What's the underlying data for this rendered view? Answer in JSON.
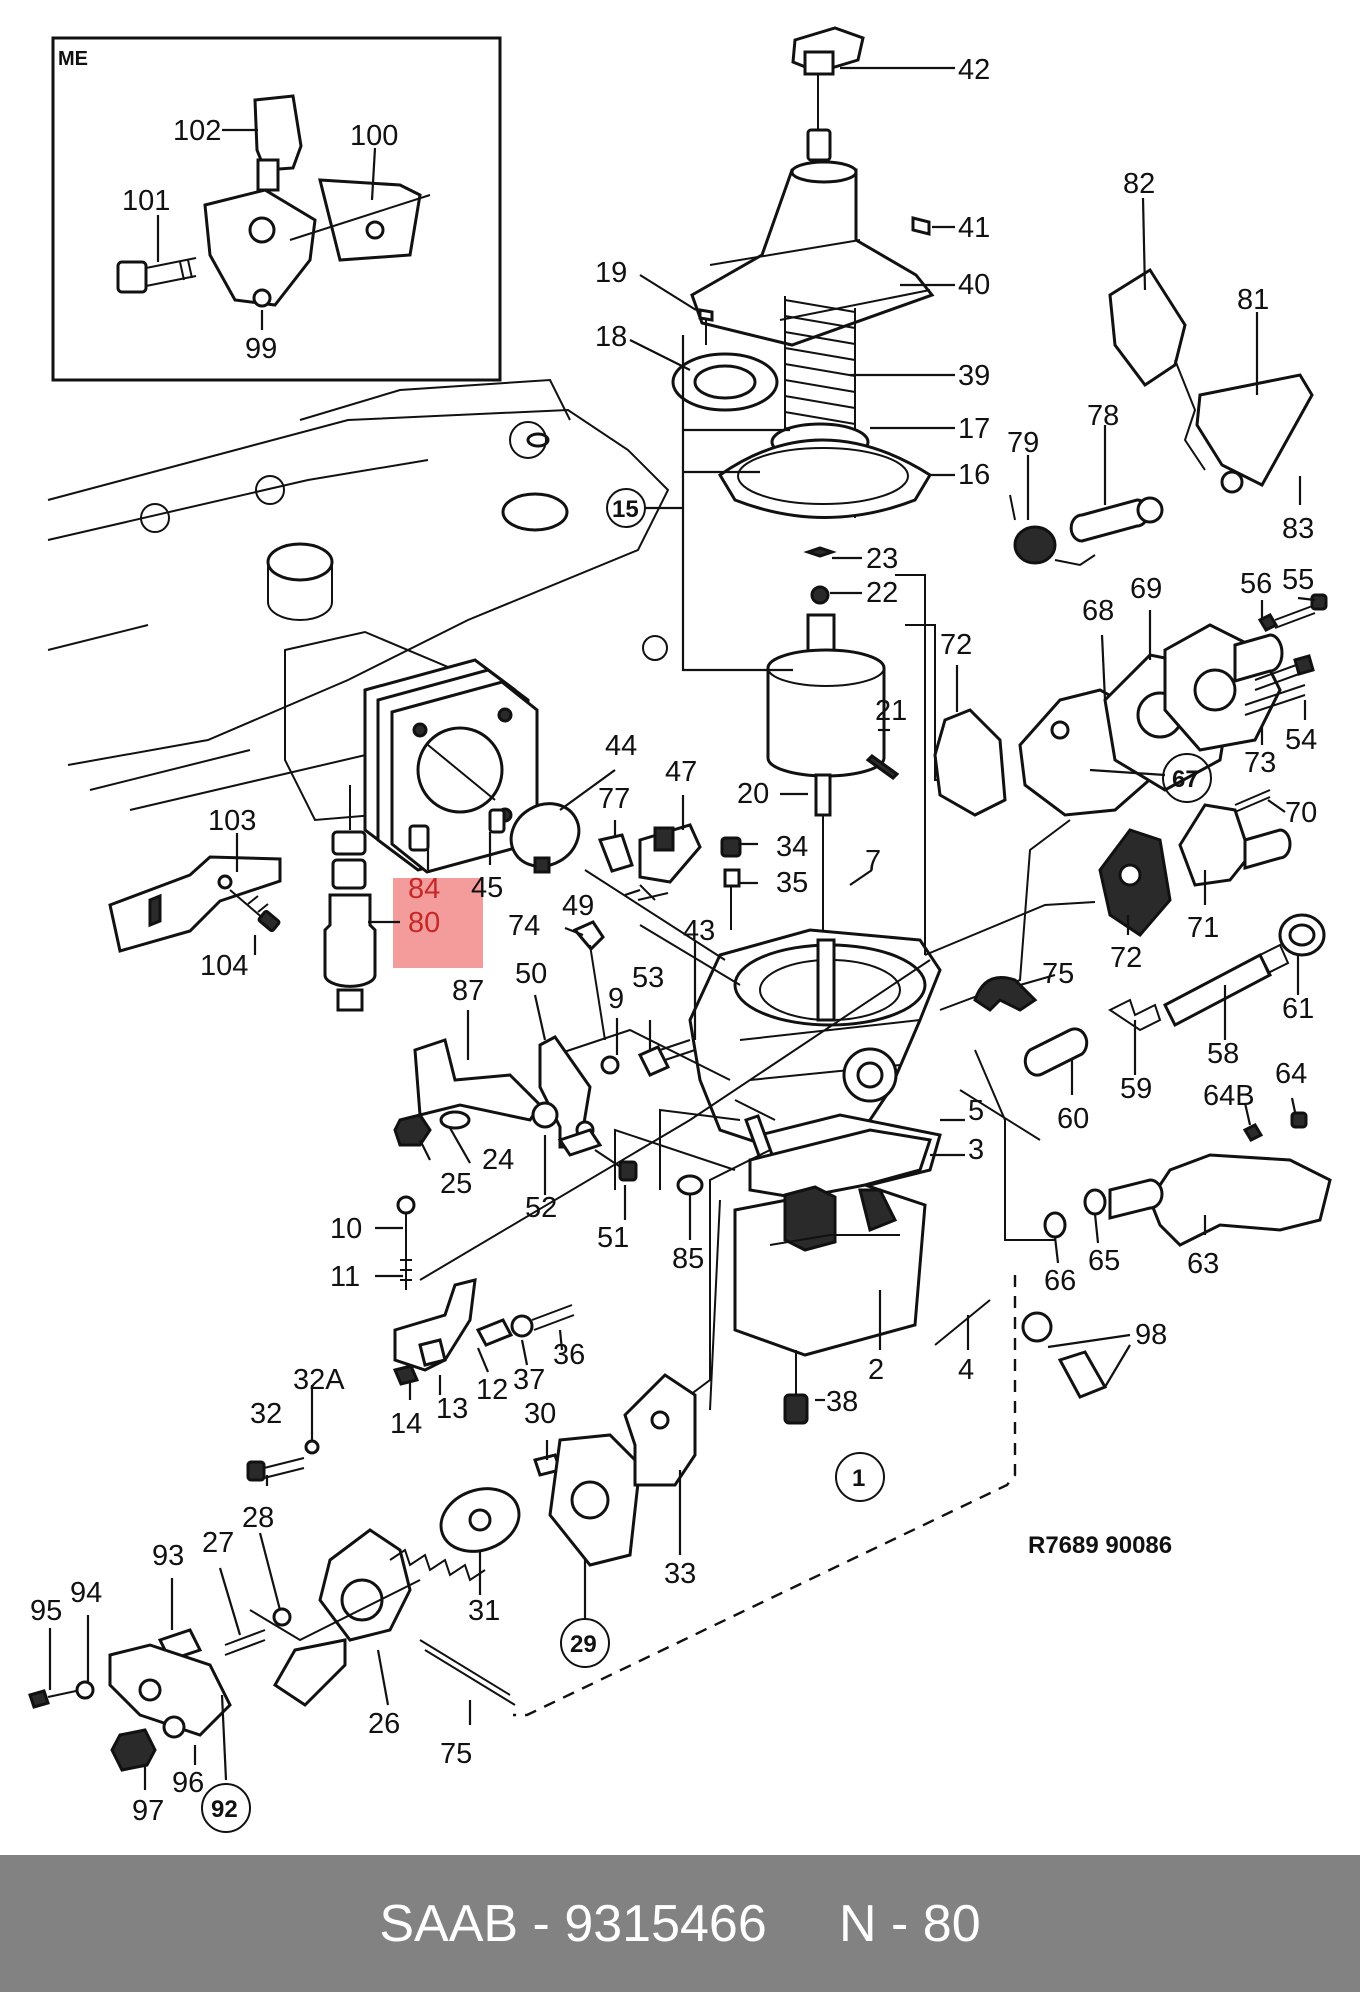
{
  "diagram": {
    "inset_label": "ME",
    "drawing_code": "R7689  90086",
    "highlight_color": "#f28b8b",
    "labels": {
      "l42": "42",
      "l41": "41",
      "l40": "40",
      "l19": "19",
      "l18": "18",
      "l39": "39",
      "l17": "17",
      "l16": "16",
      "l15": "15",
      "l23": "23",
      "l22": "22",
      "l21": "21",
      "l20": "20",
      "l7": "7",
      "l34": "34",
      "l35": "35",
      "l44": "44",
      "l47": "47",
      "l77": "77",
      "l45": "45",
      "l84": "84",
      "l80": "80",
      "l103": "103",
      "l104": "104",
      "l74": "74",
      "l49": "49",
      "l43": "43",
      "l50": "50",
      "l87": "87",
      "l9": "9",
      "l53": "53",
      "l24": "24",
      "l25": "25",
      "l52": "52",
      "l51": "51",
      "l85": "85",
      "l10": "10",
      "l11": "11",
      "l12": "12",
      "l37": "37",
      "l36": "36",
      "l13": "13",
      "l14": "14",
      "l32a": "32A",
      "l32": "32",
      "l30": "30",
      "l31": "31",
      "l29": "29",
      "l33": "33",
      "l28": "28",
      "l27": "27",
      "l93": "93",
      "l95": "95",
      "l94": "94",
      "l26": "26",
      "l75b": "75",
      "l96": "96",
      "l97": "97",
      "l92": "92",
      "l38": "38",
      "l2": "2",
      "l4": "4",
      "l5": "5",
      "l3": "3",
      "l1": "1",
      "l98": "98",
      "l60": "60",
      "l75a": "75",
      "l59": "59",
      "l58": "58",
      "l61": "61",
      "l72a": "72",
      "l71": "71",
      "l72b": "72",
      "l70": "70",
      "l67": "67",
      "l73": "73",
      "l54": "54",
      "l68": "68",
      "l69": "69",
      "l56": "56",
      "l55": "55",
      "l79": "79",
      "l78": "78",
      "l82": "82",
      "l81": "81",
      "l83": "83",
      "l64b": "64B",
      "l64": "64",
      "l63": "63",
      "l66": "66",
      "l65": "65",
      "l102": "102",
      "l100": "100",
      "l101": "101",
      "l99": "99"
    }
  },
  "footer": {
    "brand": "SAAB",
    "sep1": " - ",
    "part_number": "9315466",
    "gap": "     ",
    "ref": "N - 80"
  }
}
